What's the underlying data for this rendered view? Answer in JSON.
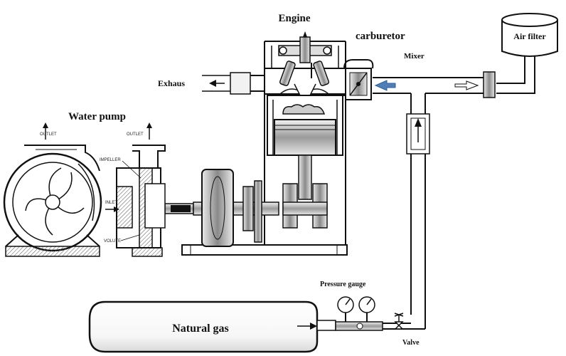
{
  "labels": {
    "engine": "Engine",
    "carburetor": "carburetor",
    "mixer": "Mixer",
    "air_filter": "Air filter",
    "exhaust": "Exhaus",
    "water_pump": "Water pump",
    "pressure_gauge": "Pressure gauge",
    "natural_gas": "Natural gas",
    "valve": "Valve"
  },
  "pump_labels": {
    "outlet_left": "OUTLET",
    "outlet_right": "OUTLET",
    "impeller": "IMPELLER",
    "inlet": "INLET",
    "volute": "VOLUTE"
  }
}
